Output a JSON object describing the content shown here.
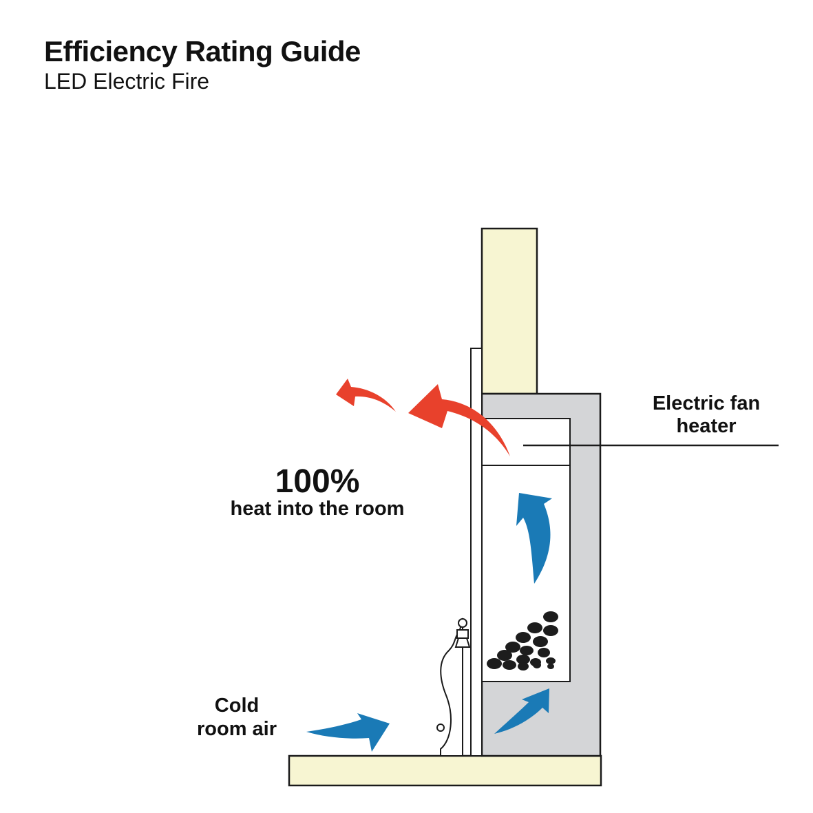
{
  "header": {
    "title": "Efficiency Rating Guide",
    "subtitle": "LED Electric Fire"
  },
  "labels": {
    "fan_heater_line1": "Electric fan",
    "fan_heater_line2": "heater",
    "percent": "100%",
    "percent_caption": "heat into the room",
    "cold_air_line1": "Cold",
    "cold_air_line2": "room air"
  },
  "colors": {
    "chimney_fill": "#f7f5d2",
    "surround_fill": "#d4d5d7",
    "hot_air": "#e8412c",
    "cold_air": "#1a7ab6",
    "outline": "#1a1a1a",
    "coals": "#1d1d1d"
  }
}
